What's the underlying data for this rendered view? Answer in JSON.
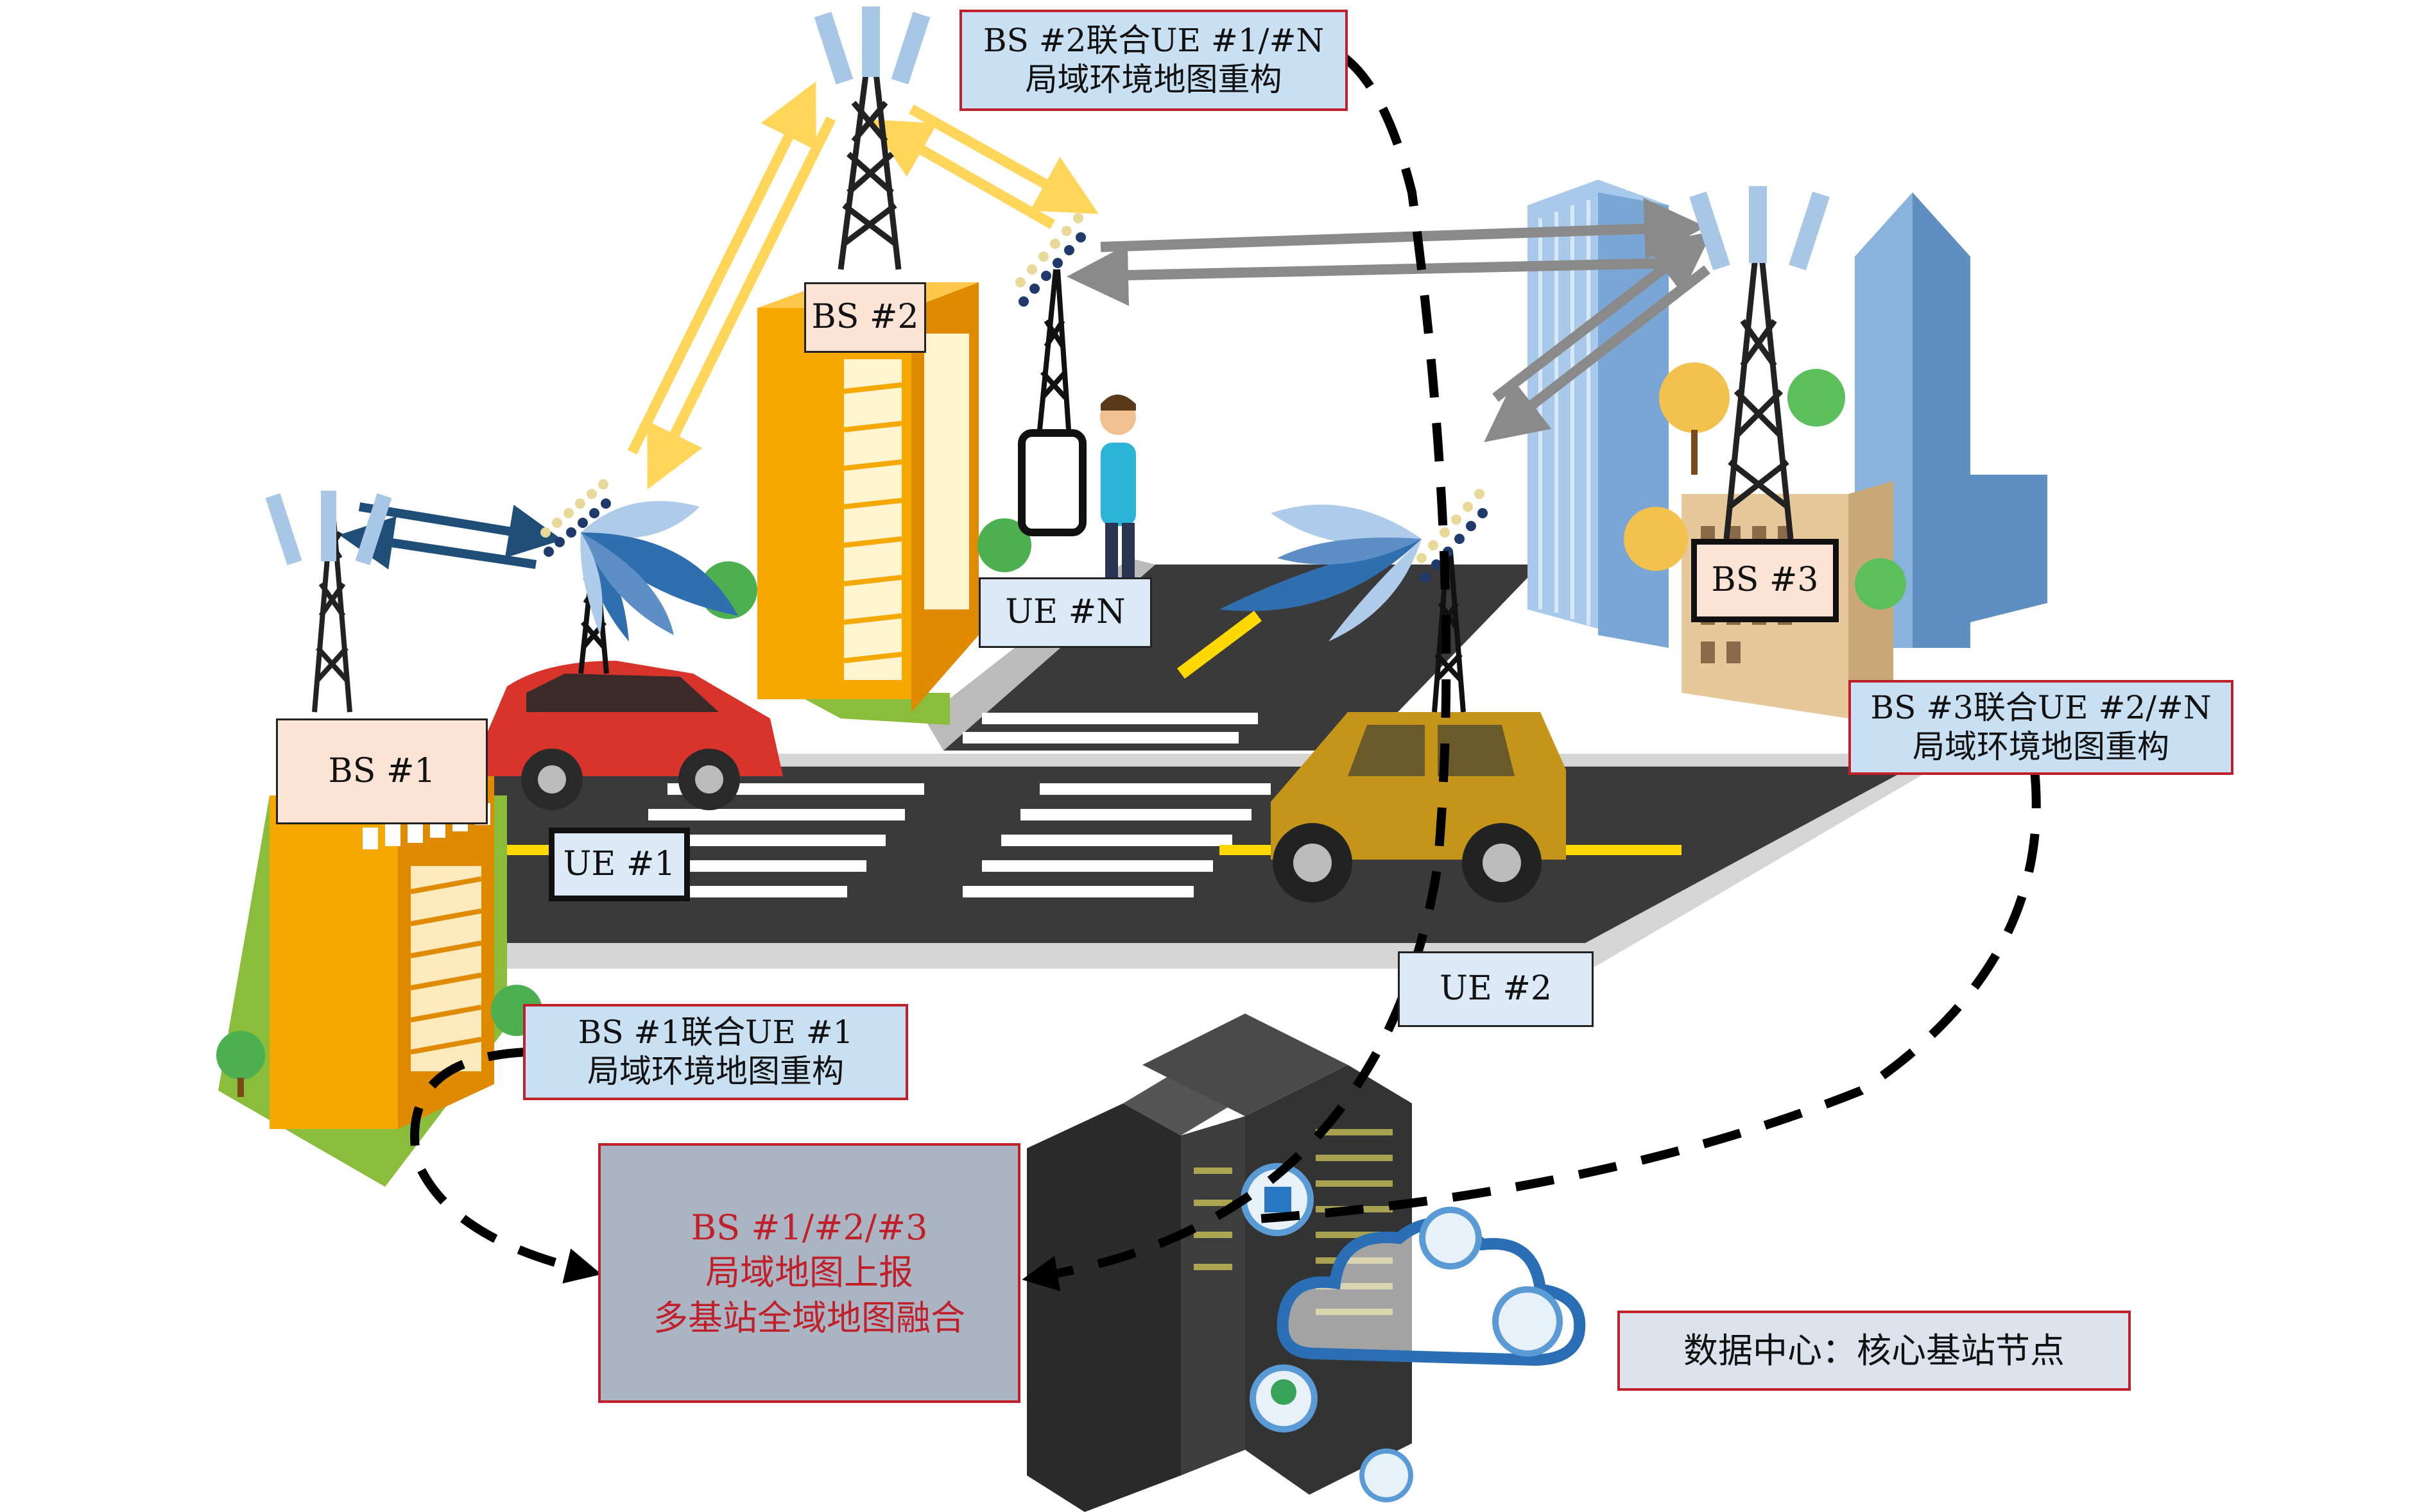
{
  "base_stations": [
    {
      "label": "BS #1"
    },
    {
      "label": "BS #2"
    },
    {
      "label": "BS #3"
    }
  ],
  "user_equipments": [
    {
      "label": "UE #1"
    },
    {
      "label": "UE #N"
    },
    {
      "label": "UE #2"
    }
  ],
  "reconstruction_notes": [
    {
      "line1": "BS #2联合UE #1/#N",
      "line2": "局域环境地图重构"
    },
    {
      "line1": "BS #3联合UE #2/#N",
      "line2": "局域环境地图重构"
    },
    {
      "line1": "BS #1联合UE #1",
      "line2": "局域环境地图重构"
    }
  ],
  "fusion_box": {
    "line1": "BS #1/#2/#3",
    "line2": "局域地图上报",
    "line3": "多基站全域地图融合"
  },
  "data_center": {
    "label": "数据中心：核心基站节点"
  },
  "colors": {
    "building_orange": "#f5a800",
    "link_yellow": "#ffd55a",
    "link_gray": "#8a8a8a",
    "link_blue": "#1f4e79",
    "note_border": "#c0202a",
    "road": "#3a3a3a"
  }
}
